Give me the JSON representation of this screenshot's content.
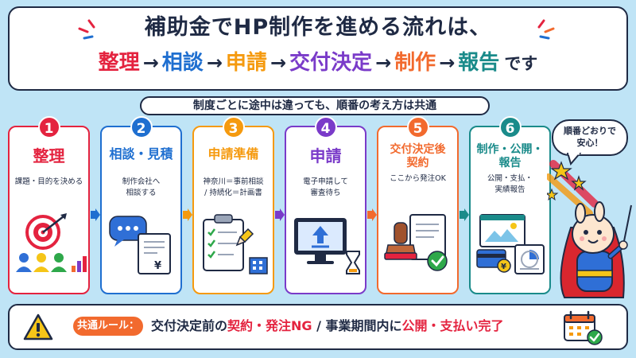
{
  "title": {
    "line1": "補助金でHP制作を進める流れは、",
    "flow": [
      {
        "label": "整理",
        "color": "#e4233f"
      },
      {
        "label": "相談",
        "color": "#1f6fd0"
      },
      {
        "label": "申請",
        "color": "#f59a0f"
      },
      {
        "label": "交付決定",
        "color": "#7a3bc9"
      },
      {
        "label": "制作",
        "color": "#f26a2e"
      },
      {
        "label": "報告",
        "color": "#1a8b8a"
      }
    ],
    "arrow": "→",
    "suffix": "です"
  },
  "subtitle": "制度ごとに途中は違っても、順番の考え方は共通",
  "steps": [
    {
      "num": "1",
      "title": "整理",
      "desc": "課題・目的を決める",
      "color": "#e4233f",
      "icon": "target-people-icon"
    },
    {
      "num": "2",
      "title": "相談・見積",
      "desc": "制作会社へ\n相談する",
      "color": "#1f6fd0",
      "icon": "chat-quote-icon"
    },
    {
      "num": "3",
      "title": "申請準備",
      "desc": "神奈川＝事前相談\n/ 持続化＝計画書",
      "color": "#f59a0f",
      "icon": "checklist-icon"
    },
    {
      "num": "4",
      "title": "申請",
      "desc": "電子申請して\n審査待ち",
      "color": "#7a3bc9",
      "icon": "upload-monitor-icon"
    },
    {
      "num": "5",
      "title": "交付決定後\n契約",
      "desc": "ここから発注OK",
      "color": "#f26a2e",
      "icon": "stamp-contract-icon"
    },
    {
      "num": "6",
      "title": "制作・公開・\n報告",
      "desc": "公開・支払・\n実績報告",
      "color": "#1a8b8a",
      "icon": "report-icon"
    }
  ],
  "bubble": "順番どおりで\n安心！",
  "rule": {
    "label": "共通ルール：",
    "part1": "交付決定前の",
    "part1_hl": "契約・発注NG",
    "sep": " / ",
    "part2": "事業期間内に",
    "part2_hl": "公開・支払い完了"
  }
}
